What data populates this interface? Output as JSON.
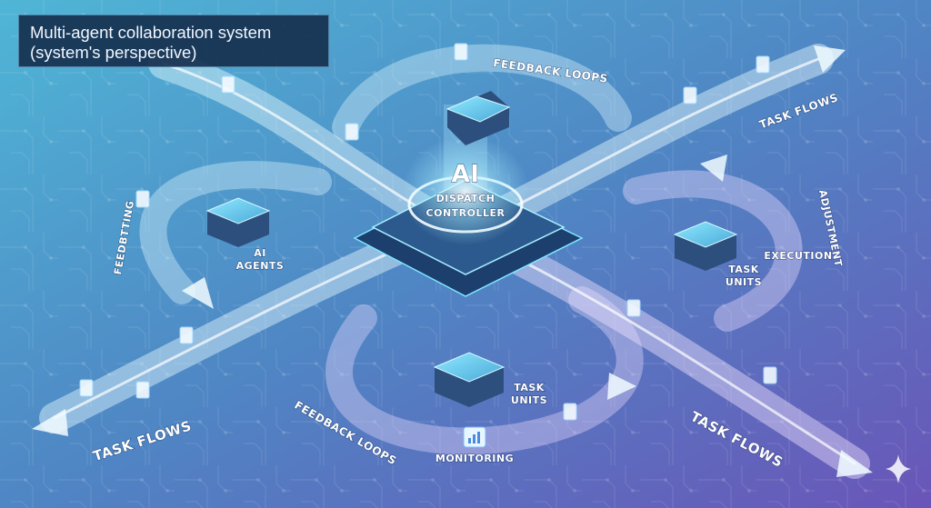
{
  "title": {
    "line1": "Multi-agent collaboration system",
    "line2": "(system's perspective)"
  },
  "center": {
    "ai": "AI",
    "line1": "DISPATCH",
    "line2": "CONTROLLER"
  },
  "nodes": {
    "agents": {
      "line1": "AI",
      "line2": "AGENTS"
    },
    "task_units_right": {
      "line1": "TASK",
      "line2": "UNITS"
    },
    "task_units_bottom": {
      "line1": "TASK",
      "line2": "UNITS"
    }
  },
  "labels": {
    "feedback_loops_top": "FEEDBACK LOOPS",
    "feedback_loops_bottom": "FEEDBACK LOOPS",
    "task_flows_top_right": "TASK FLOWS",
    "task_flows_bottom_left": "TASK FLOWS",
    "task_flows_bottom_right": "TASK FLOWS",
    "feedback_left": "FEEDBTTING",
    "adjustment": "ADJUSTMENT",
    "execution": "EXECUTION",
    "monitoring": "MONITORING"
  },
  "colors": {
    "accent_cyan": "#6fe8ff",
    "accent_violet": "#b58cff",
    "title_bg": "#16304e"
  }
}
